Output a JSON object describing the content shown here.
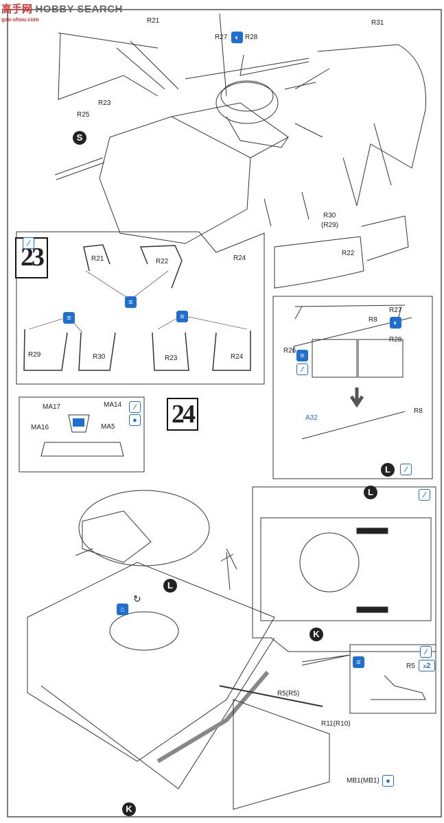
{
  "watermark": {
    "brand_cn": "高手网",
    "brand_en": "HOBBY SEARCH",
    "url": "gao-shou.com"
  },
  "colors": {
    "accent": "#1e6fd0",
    "line": "#333333"
  },
  "step23": {
    "number": "23",
    "labels": {
      "r21": "R21",
      "r27": "R27",
      "r28": "R28",
      "r31": "R31",
      "r23": "R23",
      "r25": "R25",
      "s": "S",
      "r30": "R30",
      "r29": "(R29)",
      "r24": "R24",
      "r22": "R22",
      "r27b": "R27",
      "r28b": "R28",
      "r26": "R26"
    },
    "icons": [
      "flip-pair-icon",
      "flip-pair-icon"
    ],
    "inset": {
      "icon": "glue-icon",
      "labels": {
        "r21": "R21",
        "r22": "R22",
        "r29": "R29",
        "r30": "R30",
        "r23": "R23",
        "r24": "R24"
      },
      "paint_icon": "paint-mark-icon"
    }
  },
  "rail_inset": {
    "labels": {
      "r8_top": "R8",
      "a32": "A32",
      "r8": "R8",
      "l": "L"
    },
    "icons": [
      "paint-mark-icon",
      "glue-icon",
      "glue-icon"
    ]
  },
  "step24": {
    "number": "24",
    "inset": {
      "labels": {
        "ma17": "MA17",
        "ma14": "MA14",
        "ma16": "MA16",
        "ma5": "MA5"
      },
      "icons": [
        "glue-icon",
        "clear-glue-icon"
      ]
    },
    "chassis_inset": {
      "labels": {
        "l": "L",
        "k": "K"
      },
      "icon": "glue-icon"
    },
    "r5_inset": {
      "labels": {
        "r5": "R5",
        "qty": "2",
        "x": "x"
      },
      "icons": [
        "paint-mark-icon",
        "glue-icon"
      ]
    },
    "labels": {
      "r5r5": "R5(R5)",
      "r11r10": "R11(R10)",
      "mb1": "MB1(MB1)",
      "k": "K",
      "l": "L"
    },
    "icons": [
      "rotate-icon",
      "drill-icon",
      "clear-glue-icon"
    ]
  }
}
